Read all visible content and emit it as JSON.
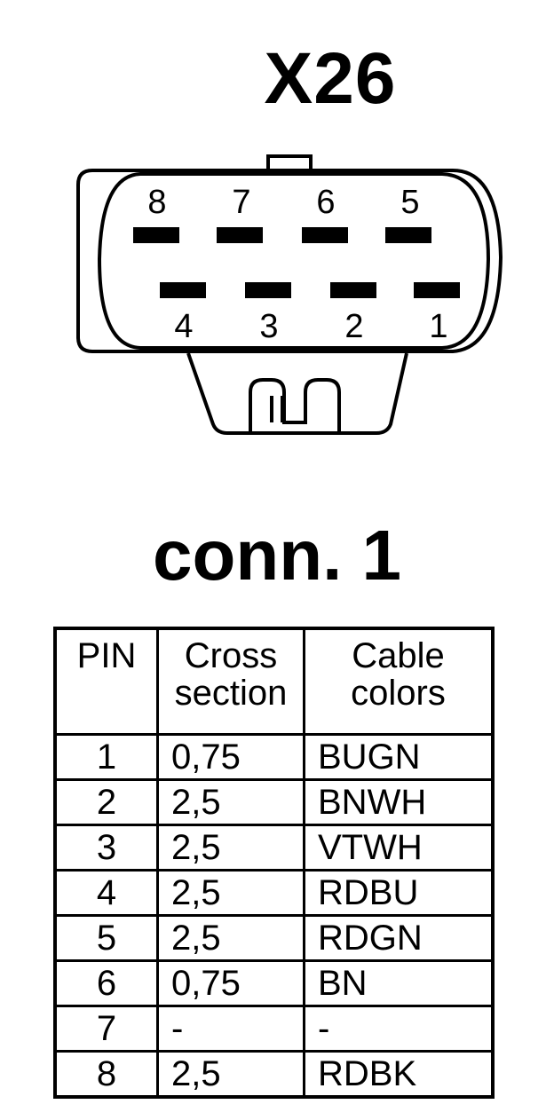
{
  "connector_id": "X26",
  "pin_numbers_top": [
    "8",
    "7",
    "6",
    "5"
  ],
  "pin_numbers_bottom": [
    "4",
    "3",
    "2",
    "1"
  ],
  "connector_name": "conn. 1",
  "table": {
    "headers": {
      "pin": "PIN",
      "cross_section_line1": "Cross",
      "cross_section_line2": "section",
      "cable_colors_line1": "Cable",
      "cable_colors_line2": "colors"
    },
    "rows": [
      {
        "pin": "1",
        "cross_section": "0,75",
        "color": "BUGN"
      },
      {
        "pin": "2",
        "cross_section": "2,5",
        "color": "BNWH"
      },
      {
        "pin": "3",
        "cross_section": "2,5",
        "color": "VTWH"
      },
      {
        "pin": "4",
        "cross_section": "2,5",
        "color": "RDBU"
      },
      {
        "pin": "5",
        "cross_section": "2,5",
        "color": "RDGN"
      },
      {
        "pin": "6",
        "cross_section": "0,75",
        "color": "BN"
      },
      {
        "pin": "7",
        "cross_section": "-",
        "color": "-"
      },
      {
        "pin": "8",
        "cross_section": "2,5",
        "color": "RDBK"
      }
    ]
  }
}
